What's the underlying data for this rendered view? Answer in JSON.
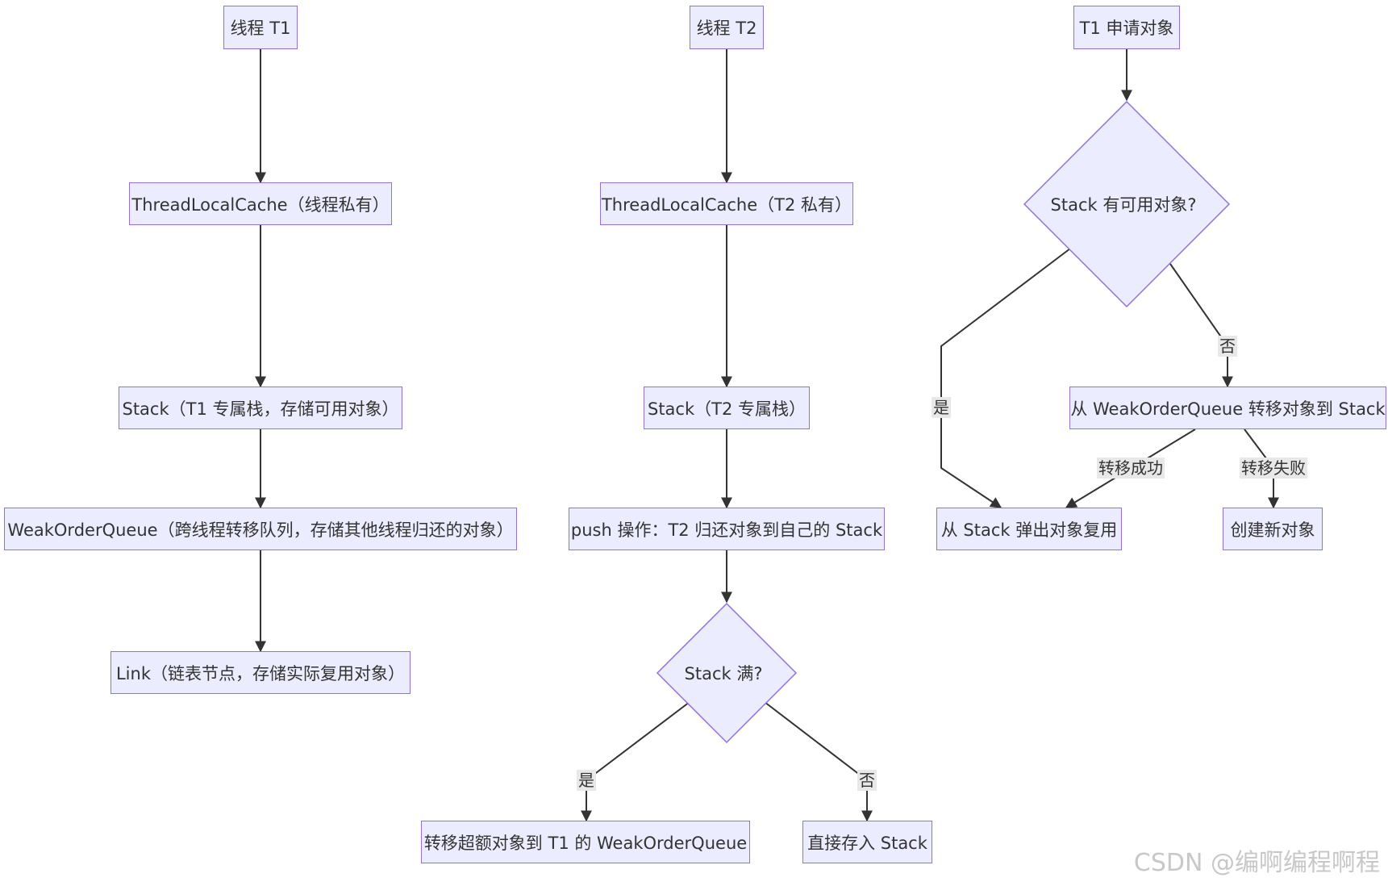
{
  "nodes": {
    "t1_thread": "线程 T1",
    "t1_cache": "ThreadLocalCache（线程私有）",
    "t1_stack": "Stack（T1 专属栈，存储可用对象）",
    "t1_queue": "WeakOrderQueue（跨线程转移队列，存储其他线程归还的对象）",
    "t1_link": "Link（链表节点，存储实际复用对象）",
    "t2_thread": "线程 T2",
    "t2_cache": "ThreadLocalCache（T2 私有）",
    "t2_stack": "Stack（T2 专属栈）",
    "t2_push": "push 操作：T2 归还对象到自己的 Stack",
    "t2_full": "Stack 满?",
    "t2_transfer": "转移超额对象到 T1 的 WeakOrderQueue",
    "t2_direct": "直接存入 Stack",
    "r_request": "T1 申请对象",
    "r_available": "Stack 有可用对象?",
    "r_move": "从 WeakOrderQueue 转移对象到 Stack",
    "r_pop": "从 Stack 弹出对象复用",
    "r_new": "创建新对象"
  },
  "edge_labels": {
    "full_yes": "是",
    "full_no": "否",
    "avail_yes": "是",
    "avail_no": "否",
    "move_ok": "转移成功",
    "move_fail": "转移失败"
  },
  "watermark": "CSDN @编啊编程啊程",
  "colors": {
    "node_fill": "#ECECFF",
    "node_border": "#9370DB",
    "edge": "#333333",
    "edge_label_bg": "#e8e8e8"
  }
}
